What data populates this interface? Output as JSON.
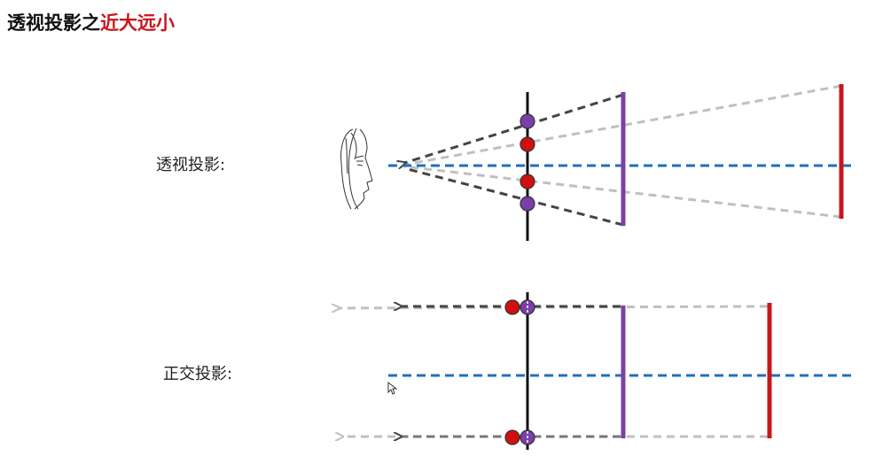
{
  "title": {
    "prefix": "透视投影之",
    "highlight": "近大远小",
    "highlight_color": "#c8161d"
  },
  "perspective": {
    "label": "透视投影:",
    "near_object_color": "#7b3fa8",
    "far_object_color": "#c8161d",
    "center_line_color": "#1f6fbf",
    "near_rays_color": "#444444",
    "far_rays_color": "#c0c0c0"
  },
  "orthographic": {
    "label": "正交投影:",
    "near_object_color": "#7b3fa8",
    "far_object_color": "#c8161d",
    "center_line_color": "#1f6fbf"
  },
  "icons": {
    "viewer": "eye-face-icon",
    "cursor": "mouse-cursor-icon"
  }
}
